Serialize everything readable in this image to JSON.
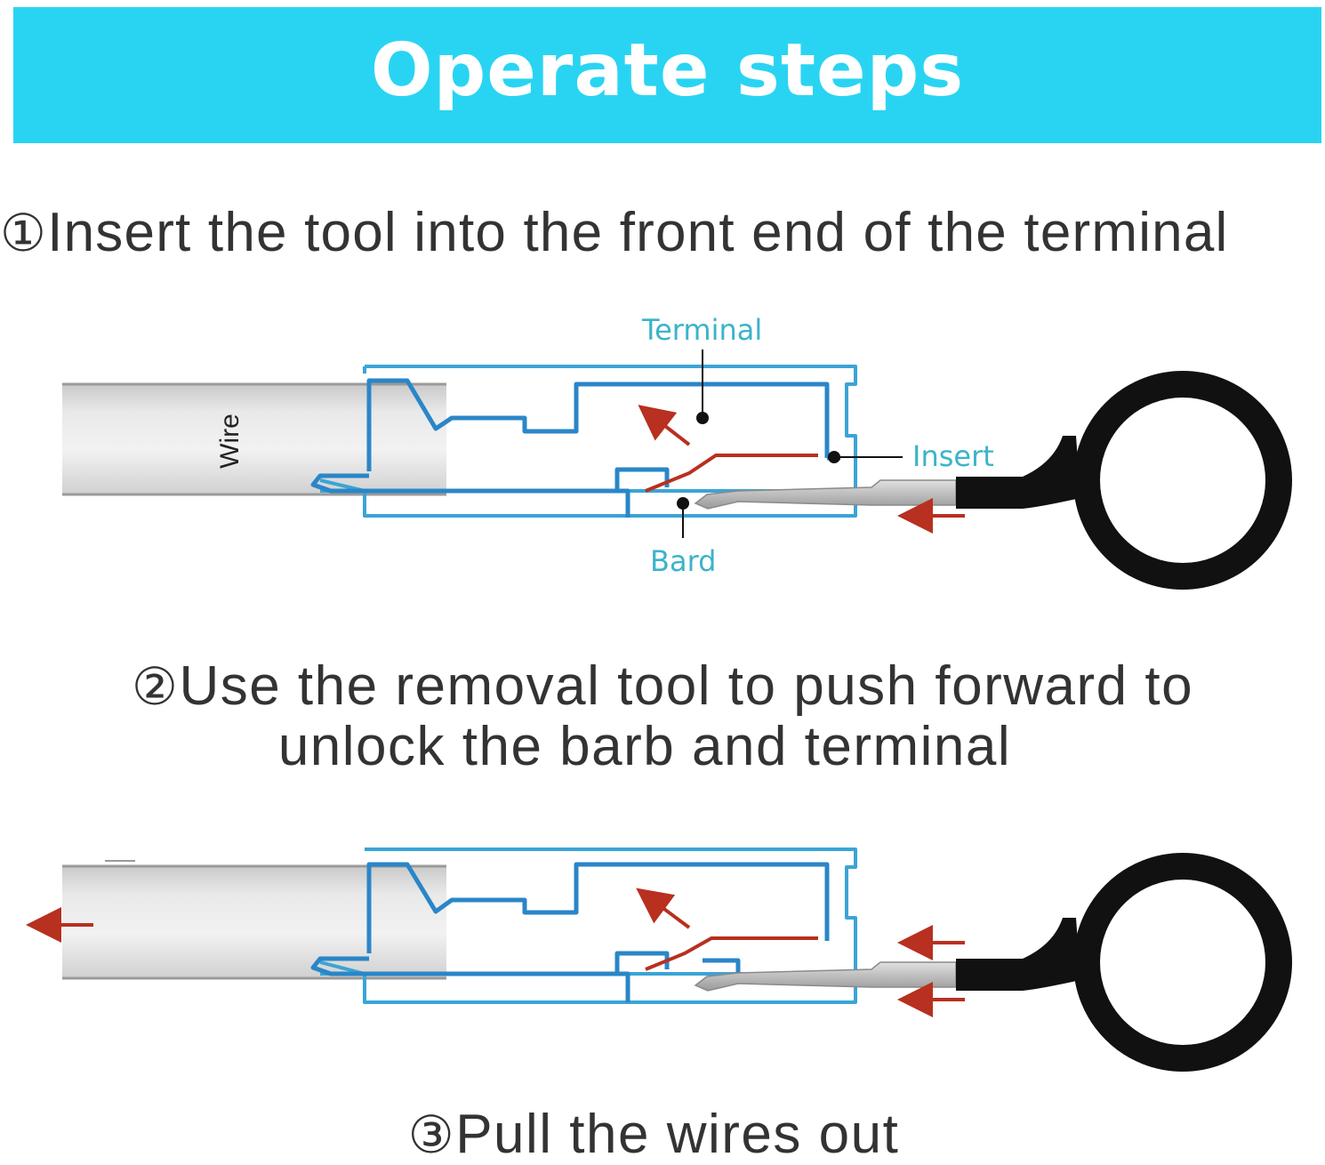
{
  "header": {
    "title": "Operate steps"
  },
  "steps": [
    {
      "number": "①",
      "text": "Insert the tool into the front end of the terminal"
    },
    {
      "number": "②",
      "line1": "Use the removal tool to push forward to",
      "line2": "unlock the barb and terminal"
    },
    {
      "number": "③",
      "text": "Pull the wires out"
    }
  ],
  "labels": {
    "terminal": "Terminal",
    "insert": "Insert",
    "bard": "Bard",
    "wire": "Wire"
  },
  "colors": {
    "banner": "#29d4f2",
    "terminal_outline": "#3ba4d6",
    "arrow": "#b8301f",
    "label": "#3bb3c9",
    "tool": "#111111"
  }
}
